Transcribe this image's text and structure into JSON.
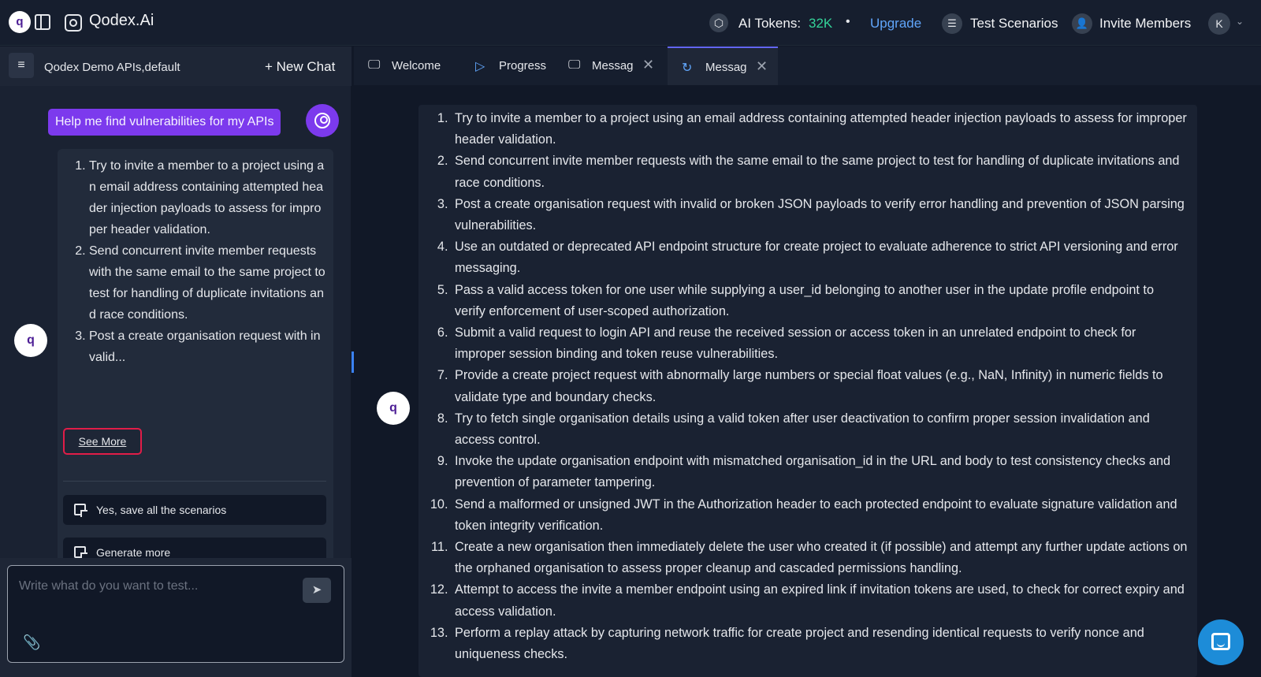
{
  "topbar": {
    "logo_letter": "q",
    "brand": "Qodex.Ai",
    "tokens_label": "AI Tokens:",
    "tokens_value": "32K",
    "separator": "•",
    "upgrade": "Upgrade",
    "test_scenarios": "Test Scenarios",
    "invite_members": "Invite Members",
    "avatar_initial": "K"
  },
  "left_panel": {
    "project": "Qodex Demo APIs,default",
    "new_chat": "New Chat",
    "user_message": "Help me find vulnerabilities for my APIs",
    "bot_avatar_letter": "q",
    "bot_items": [
      "Try to invite a member to a project using an email address containing attempted header injection payloads to assess for improper header validation.",
      "Send concurrent invite member requests with the same email to the same project to test for handling of duplicate invitations and race conditions.",
      "Post a create organisation request with invalid..."
    ],
    "see_more": "See More",
    "actions": [
      "Yes, save all the scenarios",
      "Generate more"
    ],
    "input_placeholder": "Write what do you want to test..."
  },
  "tabs": [
    {
      "label": "Welcome",
      "icon": "monitor-icon"
    },
    {
      "label": "Progress",
      "icon": "play-icon"
    },
    {
      "label": "Messag",
      "icon": "monitor-icon"
    },
    {
      "label": "Messag",
      "icon": "refresh-icon"
    }
  ],
  "scenarios": [
    "Try to invite a member to a project using an email address containing attempted header injection payloads to assess for improper header validation.",
    "Send concurrent invite member requests with the same email to the same project to test for handling of duplicate invitations and race conditions.",
    "Post a create organisation request with invalid or broken JSON payloads to verify error handling and prevention of JSON parsing vulnerabilities.",
    "Use an outdated or deprecated API endpoint structure for create project to evaluate adherence to strict API versioning and error messaging.",
    "Pass a valid access token for one user while supplying a user_id belonging to another user in the update profile endpoint to verify enforcement of user-scoped authorization.",
    "Submit a valid request to login API and reuse the received session or access token in an unrelated endpoint to check for improper session binding and token reuse vulnerabilities.",
    "Provide a create project request with abnormally large numbers or special float values (e.g., NaN, Infinity) in numeric fields to validate type and boundary checks.",
    "Try to fetch single organisation details using a valid token after user deactivation to confirm proper session invalidation and access control.",
    "Invoke the update organisation endpoint with mismatched organisation_id in the URL and body to test consistency checks and prevention of parameter tampering.",
    "Send a malformed or unsigned JWT in the Authorization header to each protected endpoint to evaluate signature validation and token integrity verification.",
    "Create a new organisation then immediately delete the user who created it (if possible) and attempt any further update actions on the orphaned organisation to assess proper cleanup and cascaded permissions handling.",
    "Attempt to access the invite a member endpoint using an expired link if invitation tokens are used, to check for correct expiry and access validation.",
    "Perform a replay attack by capturing network traffic for create project and resending identical requests to verify nonce and uniqueness checks."
  ],
  "colors": {
    "accent_purple": "#7c3aed",
    "tokens_green": "#34d399",
    "upgrade_blue": "#60a5fa",
    "see_more_border": "#e11d48",
    "launcher_blue": "#1d8cd8"
  }
}
